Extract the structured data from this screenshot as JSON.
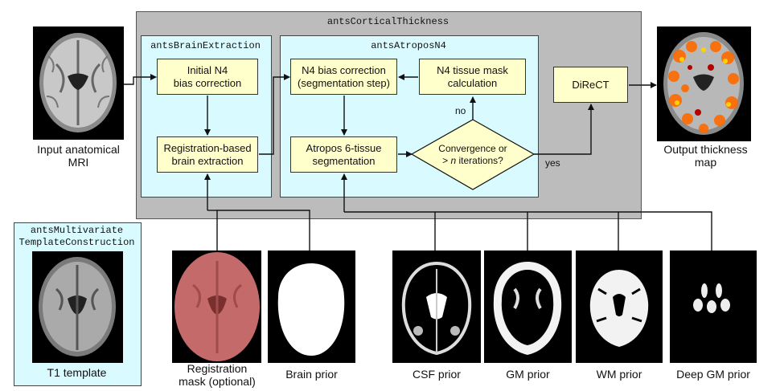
{
  "panels": {
    "outer_title": "antsCorticalThickness",
    "brain_extraction_title": "antsBrainExtraction",
    "atropos_title": "antsAtroposN4",
    "template_title_line1": "antsMultivariate",
    "template_title_line2": "TemplateConstruction"
  },
  "boxes": {
    "initial_n4": "Initial N4\nbias correction",
    "registration_extraction": "Registration-based\nbrain extraction",
    "n4_segmentation": "N4 bias correction\n(segmentation step)",
    "n4_tissue_mask": "N4 tissue mask\ncalculation",
    "atropos": "Atropos 6-tissue\nsegmentation",
    "direct": "DiReCT"
  },
  "decision": {
    "line1": "Convergence or",
    "line2_prefix": "> ",
    "line2_var": "n",
    "line2_suffix": " iterations?",
    "no_label": "no",
    "yes_label": "yes"
  },
  "image_labels": {
    "input": "Input anatomical\nMRI",
    "output": "Output thickness\nmap",
    "template": "T1 template",
    "registration_mask": "Registration\nmask (optional)",
    "brain_prior": "Brain prior",
    "csf_prior": "CSF prior",
    "gm_prior": "GM prior",
    "wm_prior": "WM prior",
    "deep_gm_prior": "Deep GM prior"
  },
  "colors": {
    "outer_bg": "#bcbcbc",
    "panel_bg": "#d9fbff",
    "box_bg": "#ffffcc",
    "mask_red": "#c46a6a",
    "thickness_hot": "#ff6a00"
  }
}
